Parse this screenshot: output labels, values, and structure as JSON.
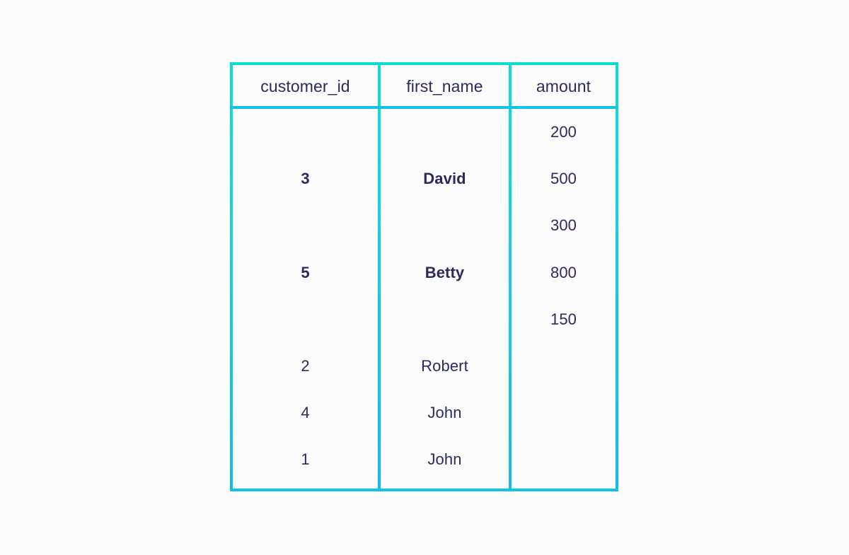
{
  "colors": {
    "background": "#fcfcfd",
    "border_top": "#07ded3",
    "border_bottom": "#12bbe9",
    "text": "#2b2a5e"
  },
  "table": {
    "columns": [
      {
        "key": "customer_id",
        "label": "customer_id"
      },
      {
        "key": "first_name",
        "label": "first_name"
      },
      {
        "key": "amount",
        "label": "amount"
      }
    ],
    "customer_id": [
      {
        "value": "3",
        "bold": true
      },
      {
        "value": "5",
        "bold": true
      },
      {
        "value": "2",
        "bold": false
      },
      {
        "value": "4",
        "bold": false
      },
      {
        "value": "1",
        "bold": false
      }
    ],
    "first_name": [
      {
        "value": "David",
        "bold": true
      },
      {
        "value": "Betty",
        "bold": true
      },
      {
        "value": "Robert",
        "bold": false
      },
      {
        "value": "John",
        "bold": false
      },
      {
        "value": "John",
        "bold": false
      }
    ],
    "amount": [
      {
        "value": "200"
      },
      {
        "value": "500"
      },
      {
        "value": "300"
      },
      {
        "value": "800"
      },
      {
        "value": "150"
      }
    ]
  }
}
